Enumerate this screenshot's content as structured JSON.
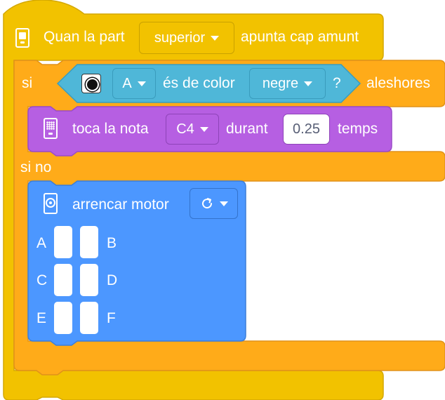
{
  "hat": {
    "prefix": "Quan la part",
    "orientation": "superior",
    "suffix": "apunta cap amunt"
  },
  "if_block": {
    "if_label": "si",
    "then_label": "aleshores",
    "else_label": "si no"
  },
  "condition": {
    "port": "A",
    "middle": "és de color",
    "color": "negre",
    "question": "?"
  },
  "play_note": {
    "prefix": "toca la nota",
    "note": "C4",
    "middle": "durant",
    "duration": "0.25",
    "suffix": "temps"
  },
  "motor": {
    "label": "arrencar motor",
    "direction_icon": "clockwise-icon",
    "ports": [
      "A",
      "B",
      "C",
      "D",
      "E",
      "F"
    ]
  },
  "colors": {
    "events": "#F2C200",
    "control": "#FFAB19",
    "sensors": "#4FB7D8",
    "sound": "#B65FE2",
    "motors": "#4C97FF"
  }
}
